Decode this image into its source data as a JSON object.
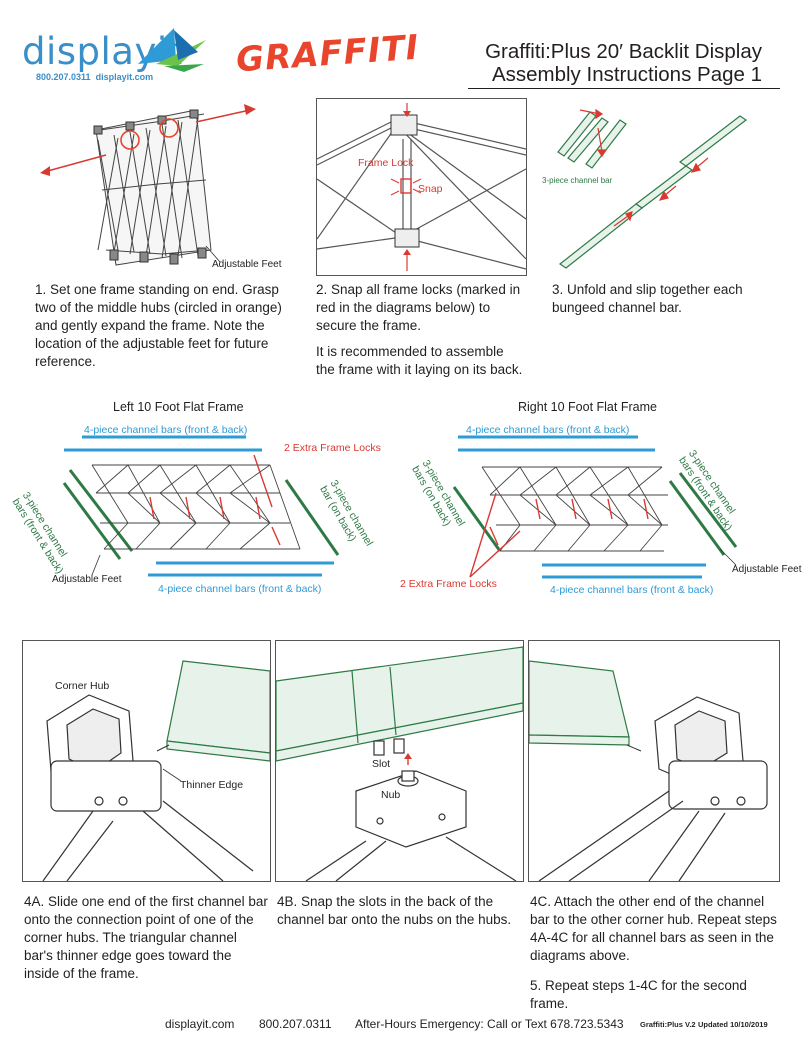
{
  "brand": {
    "logo_text": "displayit",
    "phone": "800.207.0311",
    "site": "displayit.com",
    "colors": {
      "blue": "#3a8fc8",
      "green": "#2e7a45",
      "red": "#e8452c"
    }
  },
  "product_logo": "GRAFFITI",
  "header": {
    "line1": "Graffiti:Plus 20′ Backlit Display",
    "line2": "Assembly Instructions Page 1"
  },
  "steps": {
    "s1": "1. Set one frame standing on end. Grasp two of the middle hubs (circled in orange) and gently expand the frame. Note the location of the adjustable feet for future reference.",
    "s2": "2. Snap all frame locks (marked in red in the diagrams below) to secure the frame.",
    "s2_note": "It is recommended to assemble the frame with it laying on its back.",
    "s3": "3. Unfold and slip together each bungeed channel bar.",
    "s4a": "4A. Slide one end of the first channel bar onto the connection point of one of the corner hubs. The triangular channel bar's thinner edge goes toward the inside of the frame.",
    "s4b": "4B. Snap the slots in the back of the channel bar onto the nubs on the hubs.",
    "s4c": "4C. Attach the other end of the channel bar to the other corner hub. Repeat steps 4A-4C for all channel bars as seen in the diagrams above.",
    "s5": "5. Repeat steps 1-4C for the second frame."
  },
  "diagram_labels": {
    "adjustable_feet": "Adjustable Feet",
    "frame_lock": "Frame Lock",
    "snap": "Snap",
    "channel_bar_3": "3-piece channel bar",
    "left_title": "Left 10 Foot Flat Frame",
    "right_title": "Right 10 Foot Flat Frame",
    "four_piece": "4-piece channel bars (front & back)",
    "extra_locks": "2 Extra Frame Locks",
    "three_piece_front_back": "3-piece channel bars (front & back)",
    "three_piece_on_back": "3-piece channel bar (on back)",
    "three_piece_channel_bars_on_back": "3-piece channel bars (on back)",
    "corner_hub": "Corner Hub",
    "thinner_edge": "Thinner Edge",
    "slot": "Slot",
    "nub": "Nub"
  },
  "footer": {
    "site": "displayit.com",
    "phone": "800.207.0311",
    "emergency": "After-Hours Emergency: Call or Text 678.723.5343",
    "version": "Graffiti:Plus V.2",
    "updated": "Updated 10/10/2019"
  }
}
